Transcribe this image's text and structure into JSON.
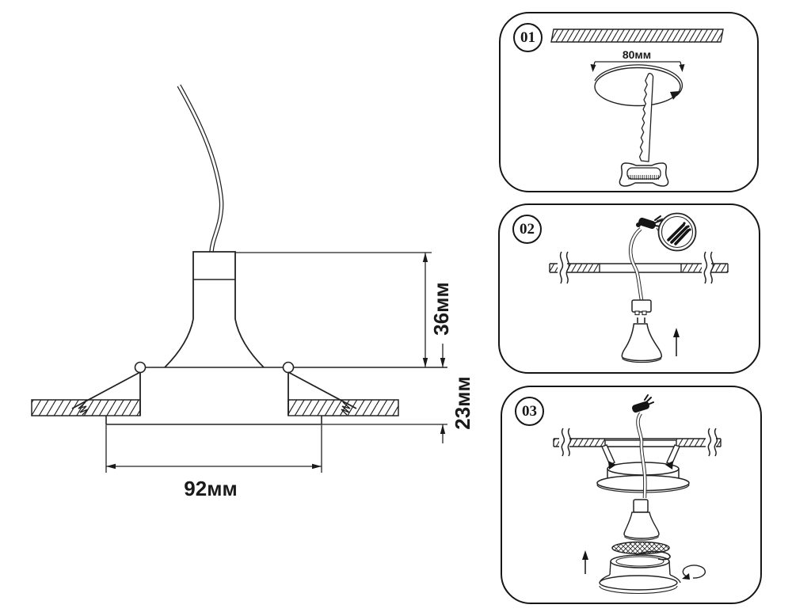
{
  "colors": {
    "ink": "#222222",
    "ink_dark": "#151515",
    "background": "#ffffff"
  },
  "main_diagram": {
    "dim_height_above_ceiling": "36мм",
    "dim_recess_depth": "23мм",
    "dim_flange_width": "92мм"
  },
  "panels": [
    {
      "step": "01",
      "dim_hole": "80мм"
    },
    {
      "step": "02"
    },
    {
      "step": "03"
    }
  ]
}
